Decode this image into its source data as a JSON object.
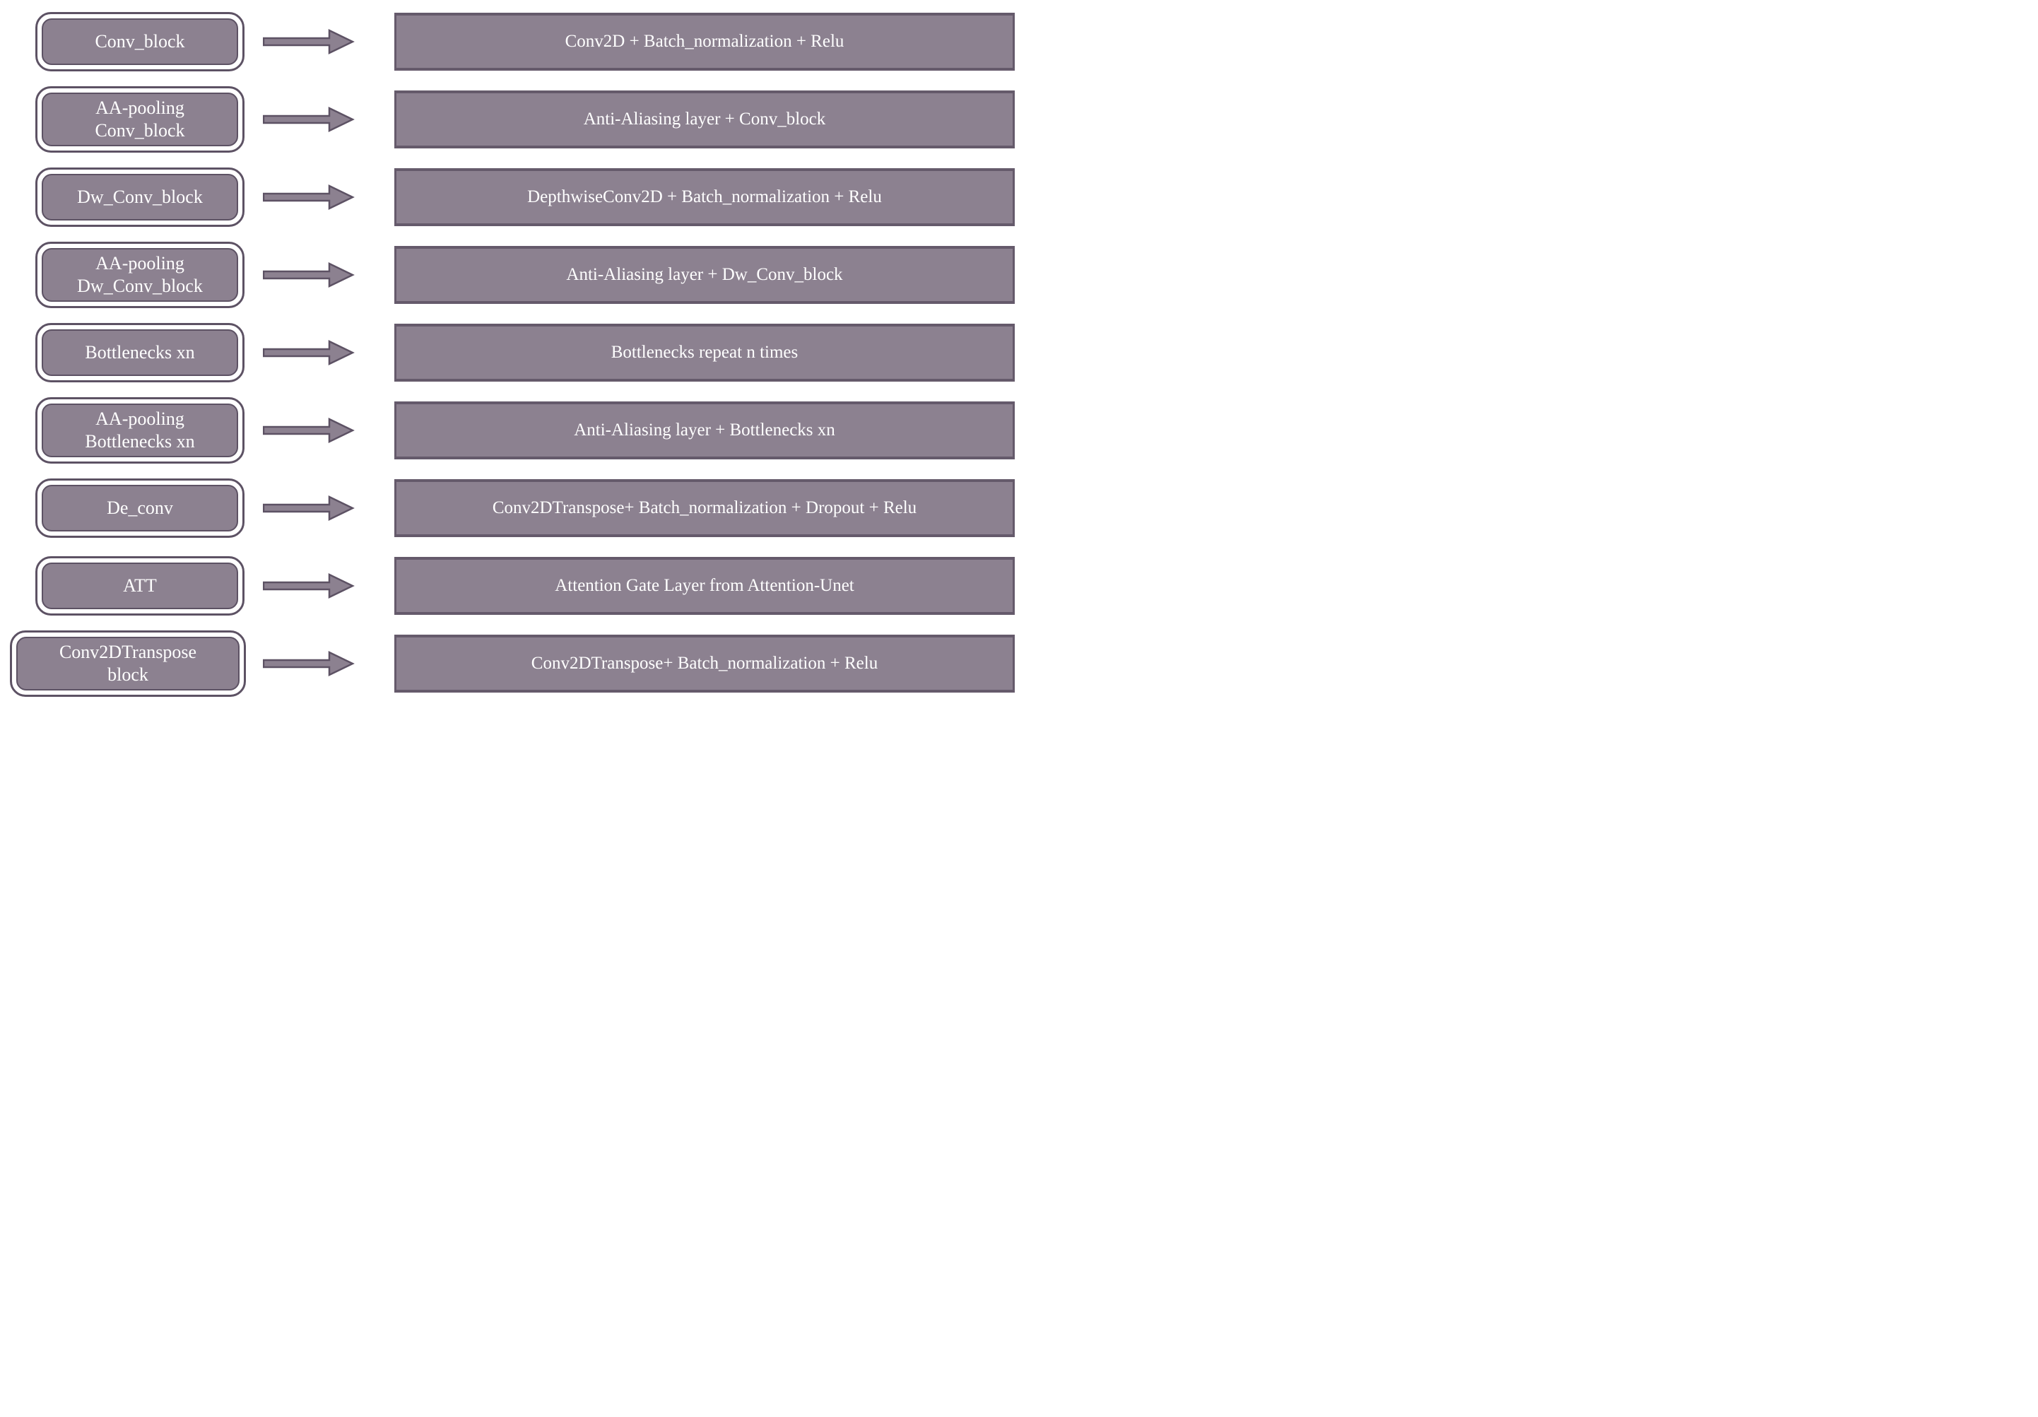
{
  "diagram": {
    "type": "legend-mapping",
    "colors": {
      "block_fill": "#8c8190",
      "block_border": "#5d5264",
      "desc_border": "#655a6b",
      "text_color": "#ffffff",
      "background": "#ffffff"
    },
    "arrow_icon": "right-arrow",
    "rows": [
      {
        "block_label": "Conv_block",
        "description": "Conv2D + Batch_normalization + Relu"
      },
      {
        "block_label": "AA-pooling\nConv_block",
        "description": "Anti-Aliasing layer + Conv_block"
      },
      {
        "block_label": "Dw_Conv_block",
        "description": "DepthwiseConv2D + Batch_normalization + Relu"
      },
      {
        "block_label": "AA-pooling\nDw_Conv_block",
        "description": "Anti-Aliasing layer + Dw_Conv_block"
      },
      {
        "block_label": "Bottlenecks xn",
        "description": "Bottlenecks repeat n times"
      },
      {
        "block_label": "AA-pooling\nBottlenecks xn",
        "description": "Anti-Aliasing layer + Bottlenecks xn"
      },
      {
        "block_label": "De_conv",
        "description": "Conv2DTranspose+ Batch_normalization + Dropout + Relu"
      },
      {
        "block_label": "ATT",
        "description": "Attention Gate Layer from Attention-Unet"
      },
      {
        "block_label": "Conv2DTranspose\nblock",
        "description": "Conv2DTranspose+ Batch_normalization + Relu"
      }
    ]
  }
}
